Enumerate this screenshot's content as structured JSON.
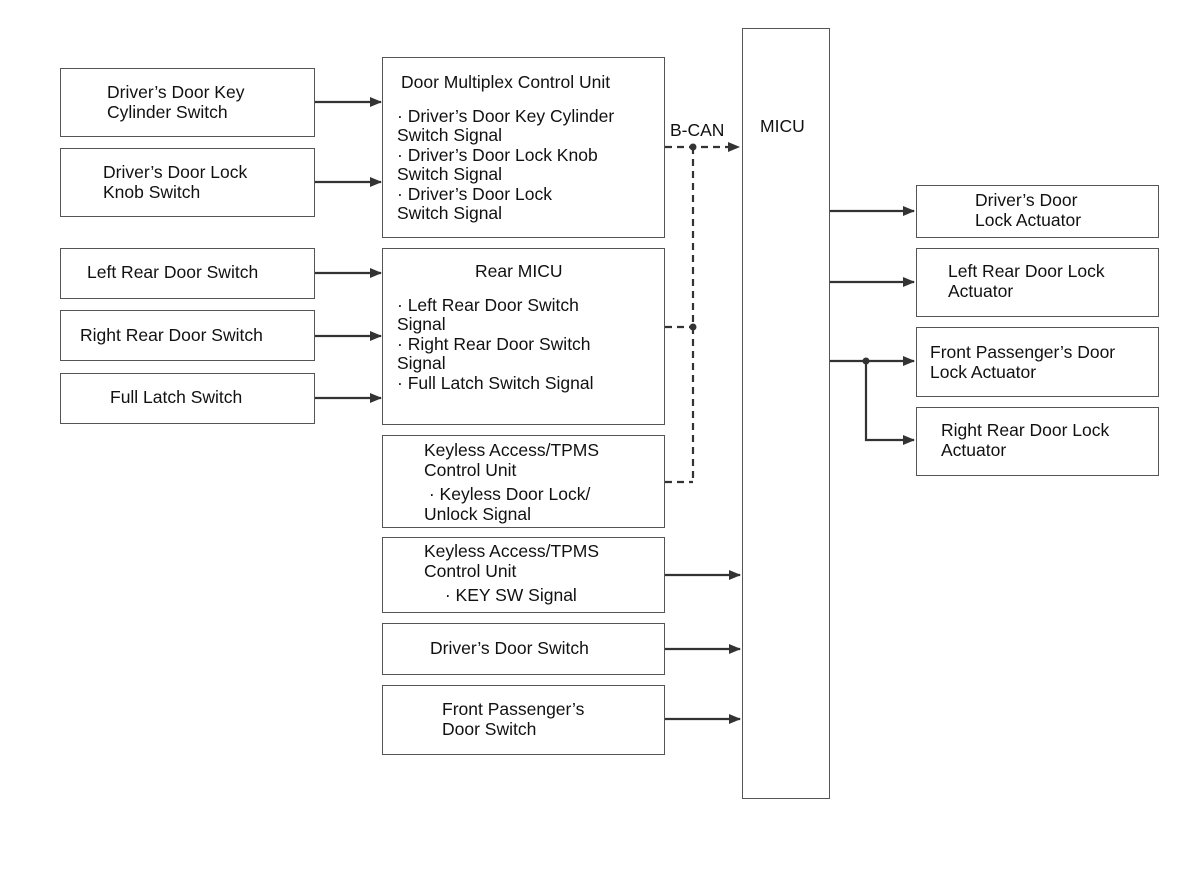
{
  "left_inputs": {
    "key_cylinder": "Driver’s Door Key\nCylinder Switch",
    "lock_knob": "Driver’s Door Lock\nKnob Switch",
    "left_rear": "Left Rear Door Switch",
    "right_rear": "Right Rear Door Switch",
    "full_latch": "Full Latch Switch"
  },
  "door_mux": {
    "title": "Door Multiplex Control Unit",
    "signals": "· Driver’s Door Key Cylinder\nSwitch Signal\n· Driver’s Door Lock Knob\nSwitch Signal\n· Driver’s Door Lock\nSwitch Signal"
  },
  "rear_micu": {
    "title": "Rear MICU",
    "signals": "· Left Rear Door Switch\nSignal\n· Right Rear Door Switch\nSignal\n· Full Latch Switch Signal"
  },
  "keyless_1": {
    "title": "Keyless Access/TPMS\nControl Unit",
    "signals": " · Keyless Door Lock/\nUnlock Signal"
  },
  "keyless_2": {
    "title": "Keyless Access/TPMS\nControl Unit",
    "signals": " · KEY SW Signal"
  },
  "driver_door_switch": "Driver’s Door Switch",
  "front_pass_switch": "Front Passenger’s\nDoor Switch",
  "bus_label": "B-CAN",
  "micu": "MICU",
  "outputs": {
    "driver_lock": "Driver’s Door\nLock Actuator",
    "left_rear_lock": "Left Rear Door Lock\nActuator",
    "front_pass_lock": "Front Passenger’s Door\nLock Actuator",
    "right_rear_lock": "Right Rear Door Lock\nActuator"
  }
}
